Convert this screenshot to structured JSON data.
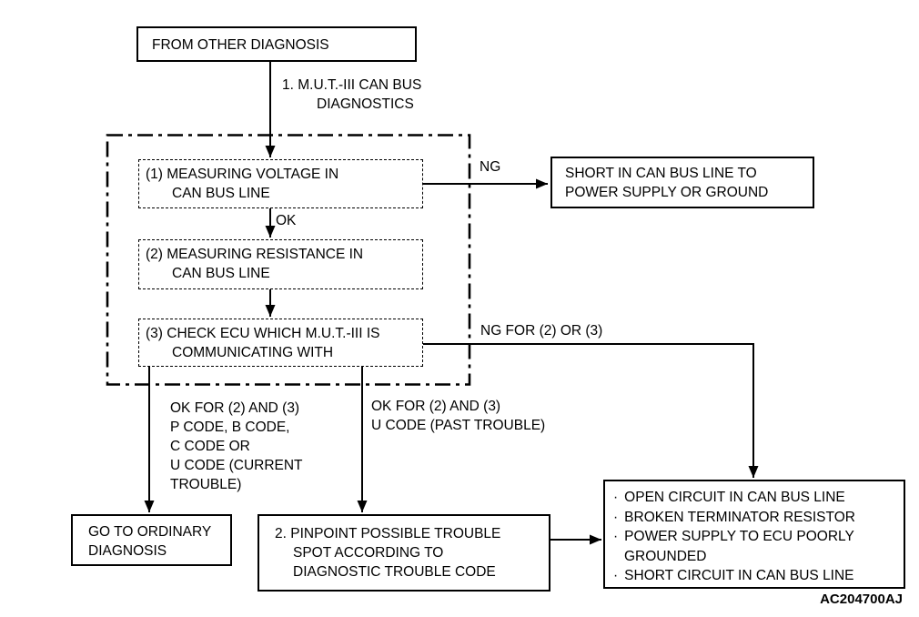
{
  "figure_code": "AC204700AJ",
  "colors": {
    "line": "#000000",
    "background": "#ffffff",
    "text": "#000000"
  },
  "bullet_char": "·",
  "nodes": {
    "from": {
      "text": "FROM OTHER DIAGNOSIS"
    },
    "step1": {
      "line1": "1. M.U.T.-III CAN BUS",
      "line2": "DIAGNOSTICS"
    },
    "voltage": {
      "line1": "(1) MEASURING VOLTAGE IN",
      "line2": "CAN BUS LINE"
    },
    "resistance": {
      "line1": "(2) MEASURING RESISTANCE IN",
      "line2": "CAN BUS LINE"
    },
    "check_ecu": {
      "line1": "(3) CHECK ECU WHICH M.U.T.-III IS",
      "line2": "COMMUNICATING WITH"
    },
    "short_result": {
      "line1": "SHORT IN CAN BUS LINE TO",
      "line2": "POWER SUPPLY OR GROUND"
    },
    "go_ordinary": {
      "line1": "GO TO ORDINARY",
      "line2": "DIAGNOSIS"
    },
    "pinpoint": {
      "line1": "2. PINPOINT POSSIBLE TROUBLE",
      "line2": "SPOT ACCORDING TO",
      "line3": "DIAGNOSTIC TROUBLE CODE"
    },
    "causes": {
      "items": [
        "OPEN CIRCUIT IN CAN BUS LINE",
        "BROKEN TERMINATOR RESISTOR",
        "POWER SUPPLY TO ECU POORLY GROUNDED",
        "SHORT CIRCUIT IN CAN BUS LINE"
      ]
    }
  },
  "labels": {
    "ng": "NG",
    "ok": "OK",
    "ng_for_2_3": "NG FOR (2) OR (3)",
    "ok_current": [
      "OK FOR (2) AND (3)",
      "P CODE, B CODE,",
      "C CODE OR",
      "U CODE (CURRENT",
      "TROUBLE)"
    ],
    "ok_past": [
      "OK FOR (2) AND (3)",
      "U CODE (PAST TROUBLE)"
    ]
  }
}
